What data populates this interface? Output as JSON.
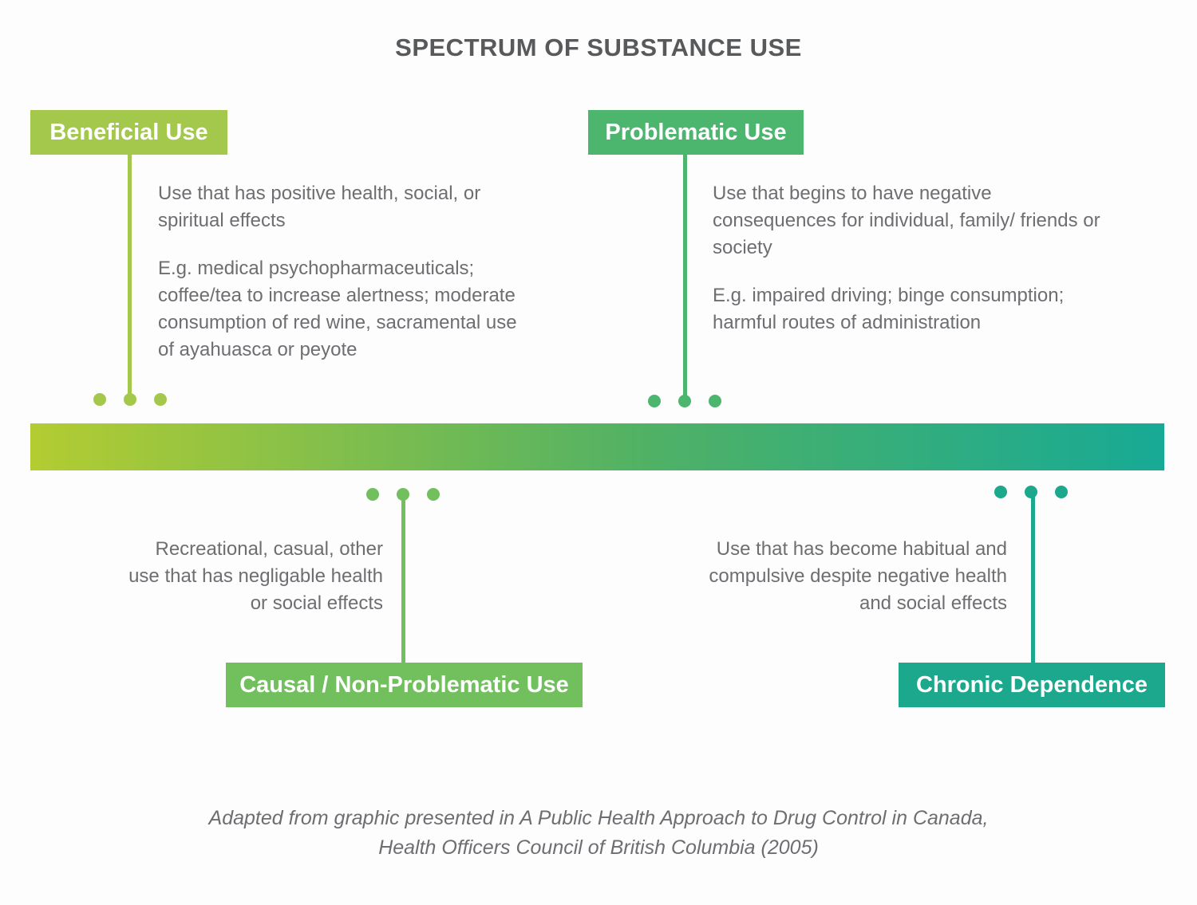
{
  "title": "SPECTRUM OF SUBSTANCE USE",
  "colors": {
    "beneficial": "#a3c84c",
    "problematic": "#4cb56e",
    "casual": "#71bf5d",
    "chronic": "#1ca88c",
    "bar_start": "#b3cc32",
    "bar_mid": "#4fb166",
    "bar_end": "#17aa95",
    "text": "#6d6e71",
    "title_text": "#58595b"
  },
  "sections": {
    "beneficial": {
      "label": "Beneficial Use",
      "description": "Use that has positive health, social, or spiritual effects",
      "example": "E.g. medical psychopharmaceuticals; coffee/tea to increase alertness; moderate consumption of red wine, sacramental use of ayahuasca or peyote"
    },
    "problematic": {
      "label": "Problematic Use",
      "description": "Use that begins to have negative consequences for individual, family/ friends or society",
      "example": "E.g. impaired driving; binge consumption; harmful routes of administration"
    },
    "casual": {
      "label": "Causal / Non-Problematic Use",
      "description": "Recreational, casual, other use that has negligable health or social effects"
    },
    "chronic": {
      "label": "Chronic Dependence",
      "description": "Use that has become habitual and compulsive despite negative health and social effects"
    }
  },
  "footer": {
    "line1": "Adapted from graphic presented in A Public Health Approach to Drug Control in Canada,",
    "line2": "Health Officers Council of British Columbia (2005)"
  }
}
